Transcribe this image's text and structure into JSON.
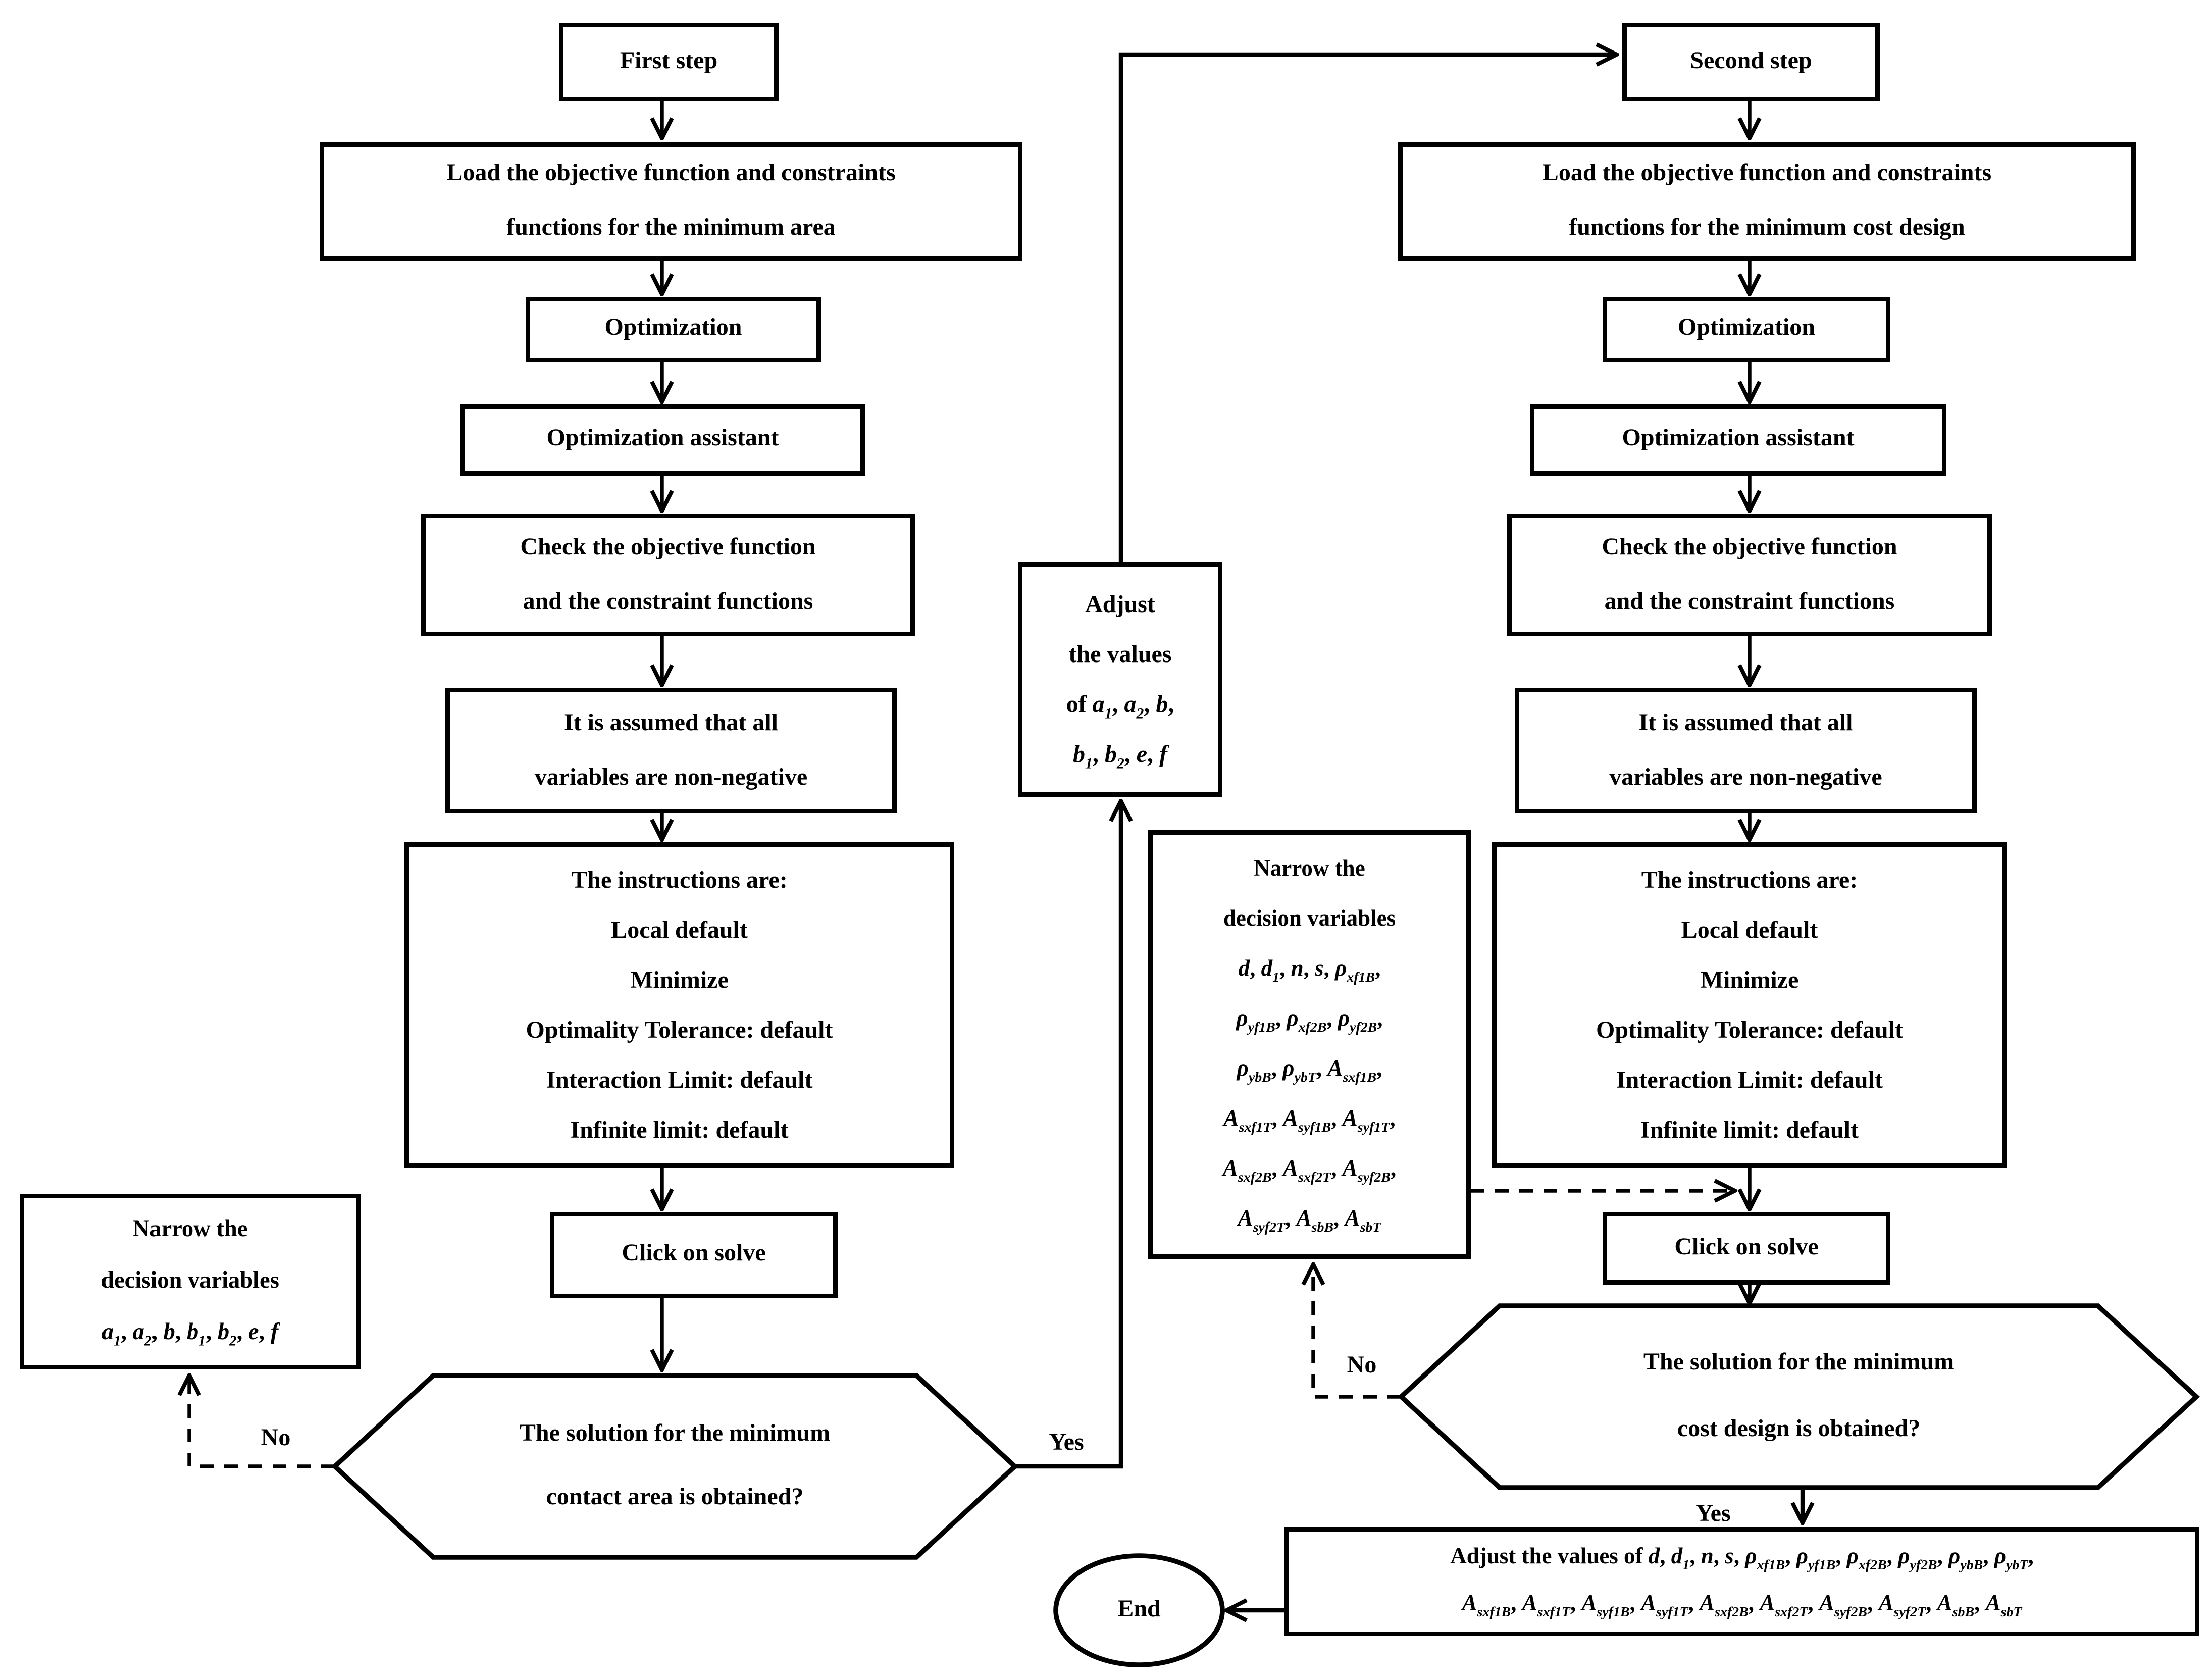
{
  "left": {
    "step": "First step",
    "load_line1": "Load the objective function and constraints",
    "load_line2": "functions for the minimum area",
    "optimization": "Optimization",
    "assistant": "Optimization assistant",
    "check_line1": "Check the objective function",
    "check_line2": "and the constraint functions",
    "assumed_line1": "It is assumed that all",
    "assumed_line2": "variables are non-negative",
    "instructions": [
      "The instructions are:",
      "Local default",
      "Minimize",
      "Optimality Tolerance: default",
      "Interaction Limit: default",
      "Infinite limit: default"
    ],
    "click_solve": "Click on solve",
    "decision_line1": "The solution for the minimum",
    "decision_line2": "contact area is obtained?",
    "yes": "Yes",
    "no": "No",
    "narrow": {
      "line1": "Narrow the",
      "line2": "decision variables",
      "vars": [
        {
          "t": "a",
          "i": 1,
          "s": "1"
        },
        {
          "t": ", "
        },
        {
          "t": "a",
          "i": 1,
          "s": "2"
        },
        {
          "t": ", "
        },
        {
          "t": "b",
          "i": 1
        },
        {
          "t": ", "
        },
        {
          "t": "b",
          "i": 1,
          "s": "1"
        },
        {
          "t": ", "
        },
        {
          "t": "b",
          "i": 1,
          "s": "2"
        },
        {
          "t": ", "
        },
        {
          "t": "e",
          "i": 1
        },
        {
          "t": ", "
        },
        {
          "t": "f",
          "i": 1
        }
      ]
    },
    "adjust": {
      "lines": [
        [
          {
            "t": "Adjust"
          }
        ],
        [
          {
            "t": "the values"
          }
        ],
        [
          {
            "t": "of "
          },
          {
            "t": "a",
            "i": 1,
            "s": "1"
          },
          {
            "t": ", "
          },
          {
            "t": "a",
            "i": 1,
            "s": "2"
          },
          {
            "t": ", "
          },
          {
            "t": "b",
            "i": 1
          },
          {
            "t": ","
          }
        ],
        [
          {
            "t": "b",
            "i": 1,
            "s": "1"
          },
          {
            "t": ", "
          },
          {
            "t": "b",
            "i": 1,
            "s": "2"
          },
          {
            "t": ", "
          },
          {
            "t": "e",
            "i": 1
          },
          {
            "t": ", "
          },
          {
            "t": "f",
            "i": 1
          }
        ]
      ]
    }
  },
  "right": {
    "step": "Second step",
    "load_line1": "Load the objective function and constraints",
    "load_line2": "functions for the minimum cost design",
    "optimization": "Optimization",
    "assistant": "Optimization assistant",
    "check_line1": "Check the objective function",
    "check_line2": "and the constraint functions",
    "assumed_line1": "It is assumed that all",
    "assumed_line2": "variables are non-negative",
    "instructions": [
      "The instructions are:",
      "Local default",
      "Minimize",
      "Optimality Tolerance: default",
      "Interaction Limit: default",
      "Infinite limit: default"
    ],
    "click_solve": "Click on solve",
    "decision_line1": "The solution for the minimum",
    "decision_line2": "cost design is obtained?",
    "yes": "Yes",
    "no": "No",
    "narrow": {
      "line1": "Narrow the",
      "line2": "decision variables",
      "vars_lines": [
        [
          {
            "t": "d",
            "i": 1
          },
          {
            "t": ", "
          },
          {
            "t": "d",
            "i": 1,
            "s": "1"
          },
          {
            "t": ", "
          },
          {
            "t": "n",
            "i": 1
          },
          {
            "t": ", "
          },
          {
            "t": "s",
            "i": 1
          },
          {
            "t": ", "
          },
          {
            "t": "ρ",
            "i": 1,
            "s": "xf1B"
          },
          {
            "t": ","
          }
        ],
        [
          {
            "t": "ρ",
            "i": 1,
            "s": "yf1B"
          },
          {
            "t": ", "
          },
          {
            "t": "ρ",
            "i": 1,
            "s": "xf2B"
          },
          {
            "t": ", "
          },
          {
            "t": "ρ",
            "i": 1,
            "s": "yf2B"
          },
          {
            "t": ","
          }
        ],
        [
          {
            "t": "ρ",
            "i": 1,
            "s": "ybB"
          },
          {
            "t": ", "
          },
          {
            "t": "ρ",
            "i": 1,
            "s": "ybT"
          },
          {
            "t": ", "
          },
          {
            "t": "A",
            "i": 1,
            "s": "sxf1B"
          },
          {
            "t": ","
          }
        ],
        [
          {
            "t": "A",
            "i": 1,
            "s": "sxf1T"
          },
          {
            "t": ", "
          },
          {
            "t": "A",
            "i": 1,
            "s": "syf1B"
          },
          {
            "t": ", "
          },
          {
            "t": "A",
            "i": 1,
            "s": "syf1T"
          },
          {
            "t": ","
          }
        ],
        [
          {
            "t": "A",
            "i": 1,
            "s": "sxf2B"
          },
          {
            "t": ", "
          },
          {
            "t": "A",
            "i": 1,
            "s": "sxf2T"
          },
          {
            "t": ", "
          },
          {
            "t": "A",
            "i": 1,
            "s": "syf2B"
          },
          {
            "t": ","
          }
        ],
        [
          {
            "t": "A",
            "i": 1,
            "s": "syf2T"
          },
          {
            "t": ", "
          },
          {
            "t": "A",
            "i": 1,
            "s": "sbB"
          },
          {
            "t": ", "
          },
          {
            "t": "A",
            "i": 1,
            "s": "sbT"
          }
        ]
      ]
    },
    "final_adjust": {
      "lines": [
        [
          {
            "t": "Adjust the values of "
          },
          {
            "t": "d",
            "i": 1
          },
          {
            "t": ", "
          },
          {
            "t": "d",
            "i": 1,
            "s": "1"
          },
          {
            "t": ", "
          },
          {
            "t": "n",
            "i": 1
          },
          {
            "t": ", "
          },
          {
            "t": "s",
            "i": 1
          },
          {
            "t": ", "
          },
          {
            "t": "ρ",
            "i": 1,
            "s": "xf1B"
          },
          {
            "t": ", "
          },
          {
            "t": "ρ",
            "i": 1,
            "s": "yf1B"
          },
          {
            "t": ", "
          },
          {
            "t": "ρ",
            "i": 1,
            "s": "xf2B"
          },
          {
            "t": ", "
          },
          {
            "t": "ρ",
            "i": 1,
            "s": "yf2B"
          },
          {
            "t": ", "
          },
          {
            "t": "ρ",
            "i": 1,
            "s": "ybB"
          },
          {
            "t": ", "
          },
          {
            "t": "ρ",
            "i": 1,
            "s": "ybT"
          },
          {
            "t": ","
          }
        ],
        [
          {
            "t": "A",
            "i": 1,
            "s": "sxf1B"
          },
          {
            "t": ", "
          },
          {
            "t": "A",
            "i": 1,
            "s": "sxf1T"
          },
          {
            "t": ", "
          },
          {
            "t": "A",
            "i": 1,
            "s": "syf1B"
          },
          {
            "t": ", "
          },
          {
            "t": "A",
            "i": 1,
            "s": "syf1T"
          },
          {
            "t": ", "
          },
          {
            "t": "A",
            "i": 1,
            "s": "sxf2B"
          },
          {
            "t": ", "
          },
          {
            "t": "A",
            "i": 1,
            "s": "sxf2T"
          },
          {
            "t": ", "
          },
          {
            "t": "A",
            "i": 1,
            "s": "syf2B"
          },
          {
            "t": ", "
          },
          {
            "t": "A",
            "i": 1,
            "s": "syf2T"
          },
          {
            "t": ", "
          },
          {
            "t": "A",
            "i": 1,
            "s": "sbB"
          },
          {
            "t": ", "
          },
          {
            "t": "A",
            "i": 1,
            "s": "sbT"
          }
        ]
      ]
    },
    "end": "End"
  },
  "colors": {
    "ink": "#000000",
    "paper": "#ffffff"
  }
}
